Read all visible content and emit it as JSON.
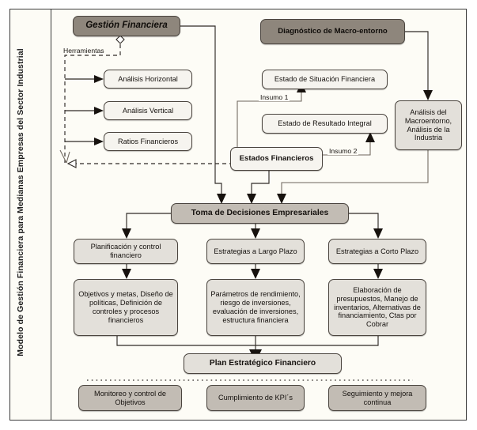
{
  "frame": {
    "vertical_title": "Modelo de Gestión Financiera para Medianas Empresas del Sector Industrial"
  },
  "nodes": {
    "gestion_financiera": "Gestión Financiera",
    "diagnostico_macro": "Diagnóstico de Macro-entorno",
    "analisis_horizontal": "Análisis Horizontal",
    "analisis_vertical": "Análisis Vertical",
    "ratios_financieros": "Ratios Financieros",
    "estado_situacion": "Estado de Situación Financiera",
    "estado_resultado": "Estado de Resultado Integral",
    "estados_financieros": "Estados Financieros",
    "analisis_macroentorno": "Análisis del Macroentorno, Análisis de la Industria",
    "toma_decisiones": "Toma de Decisiones Empresariales",
    "planificacion_control": "Planificación y control financiero",
    "estrategias_largo": "Estrategias a Largo Plazo",
    "estrategias_corto": "Estrategias a Corto Plazo",
    "objetivos_metas": "Objetivos y metas, Diseño de políticas, Definición de controles y procesos financieros",
    "parametros_rendimiento": "Parámetros de rendimiento, riesgo de inversiones, evaluación de inversiones, estructura financiera",
    "elaboracion_presupuestos": "Elaboración de presupuestos, Manejo de inventarios, Alternativas de financiamiento, Ctas por Cobrar",
    "plan_estrategico": "Plan Estratégico Financiero",
    "monitoreo_control": "Monitoreo y control de Objetivos",
    "cumplimiento_kpis": "Cumplimiento de KPI´s",
    "seguimiento_mejora": "Seguimiento y mejora continua"
  },
  "edge_labels": {
    "herramientas": "Herramientas",
    "insumo_1": "Insumo 1",
    "insumo_2": "Insumo 2"
  },
  "colors": {
    "dark_box": "#8e867c",
    "mid_box": "#c2bcb4",
    "light_box": "#e3e0da",
    "pale_box": "#f6f4ef",
    "canvas": "#fdfcf6",
    "line": "#2f2a26"
  }
}
